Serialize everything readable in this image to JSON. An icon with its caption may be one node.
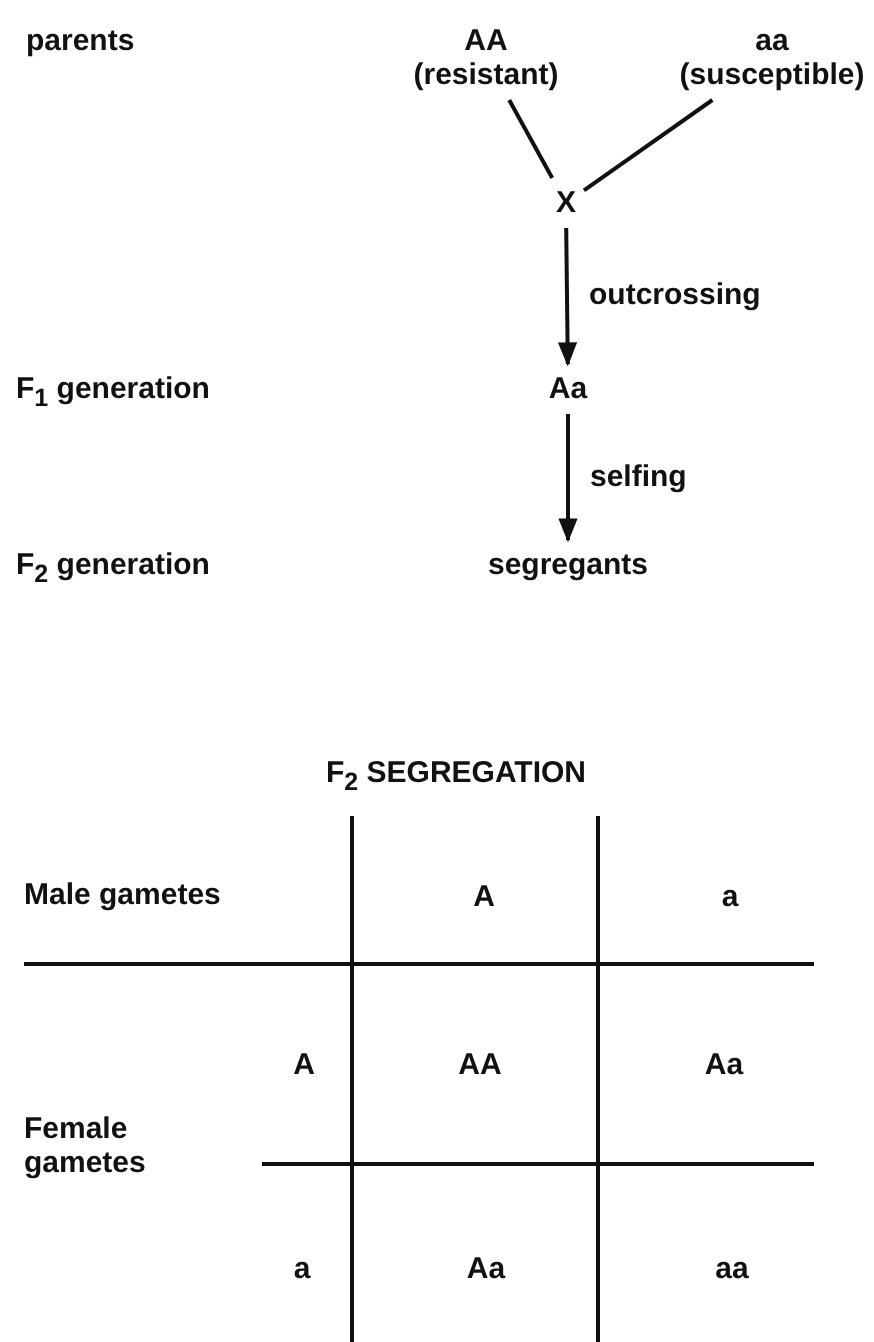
{
  "diagram": {
    "nodes": [
      {
        "text": [
          "AA",
          "(resistant)"
        ]
      },
      {
        "text": [
          "aa",
          "(susceptible)"
        ]
      },
      {
        "text": [
          "X"
        ]
      },
      {
        "text": [
          "Aa"
        ]
      },
      {
        "text": [
          "segregants"
        ]
      }
    ],
    "edges": [
      {
        "from": 0,
        "to": 2,
        "arrow": "none"
      },
      {
        "from": 1,
        "to": 2,
        "arrow": "none"
      },
      {
        "from": 2,
        "to": 3,
        "arrow": "to",
        "label": "outcrossing"
      },
      {
        "from": 3,
        "to": 4,
        "arrow": "to",
        "label": "selfing"
      }
    ],
    "labels": [
      "parents",
      "F$_{1}$ generation",
      "F$_{2}$ generation",
      "F$_{2}$ SEGREGATION",
      "Male gametes",
      "A",
      "a",
      "A",
      "AA",
      "Aa",
      "Female gametes",
      "a",
      "Aa",
      "aa"
    ]
  }
}
